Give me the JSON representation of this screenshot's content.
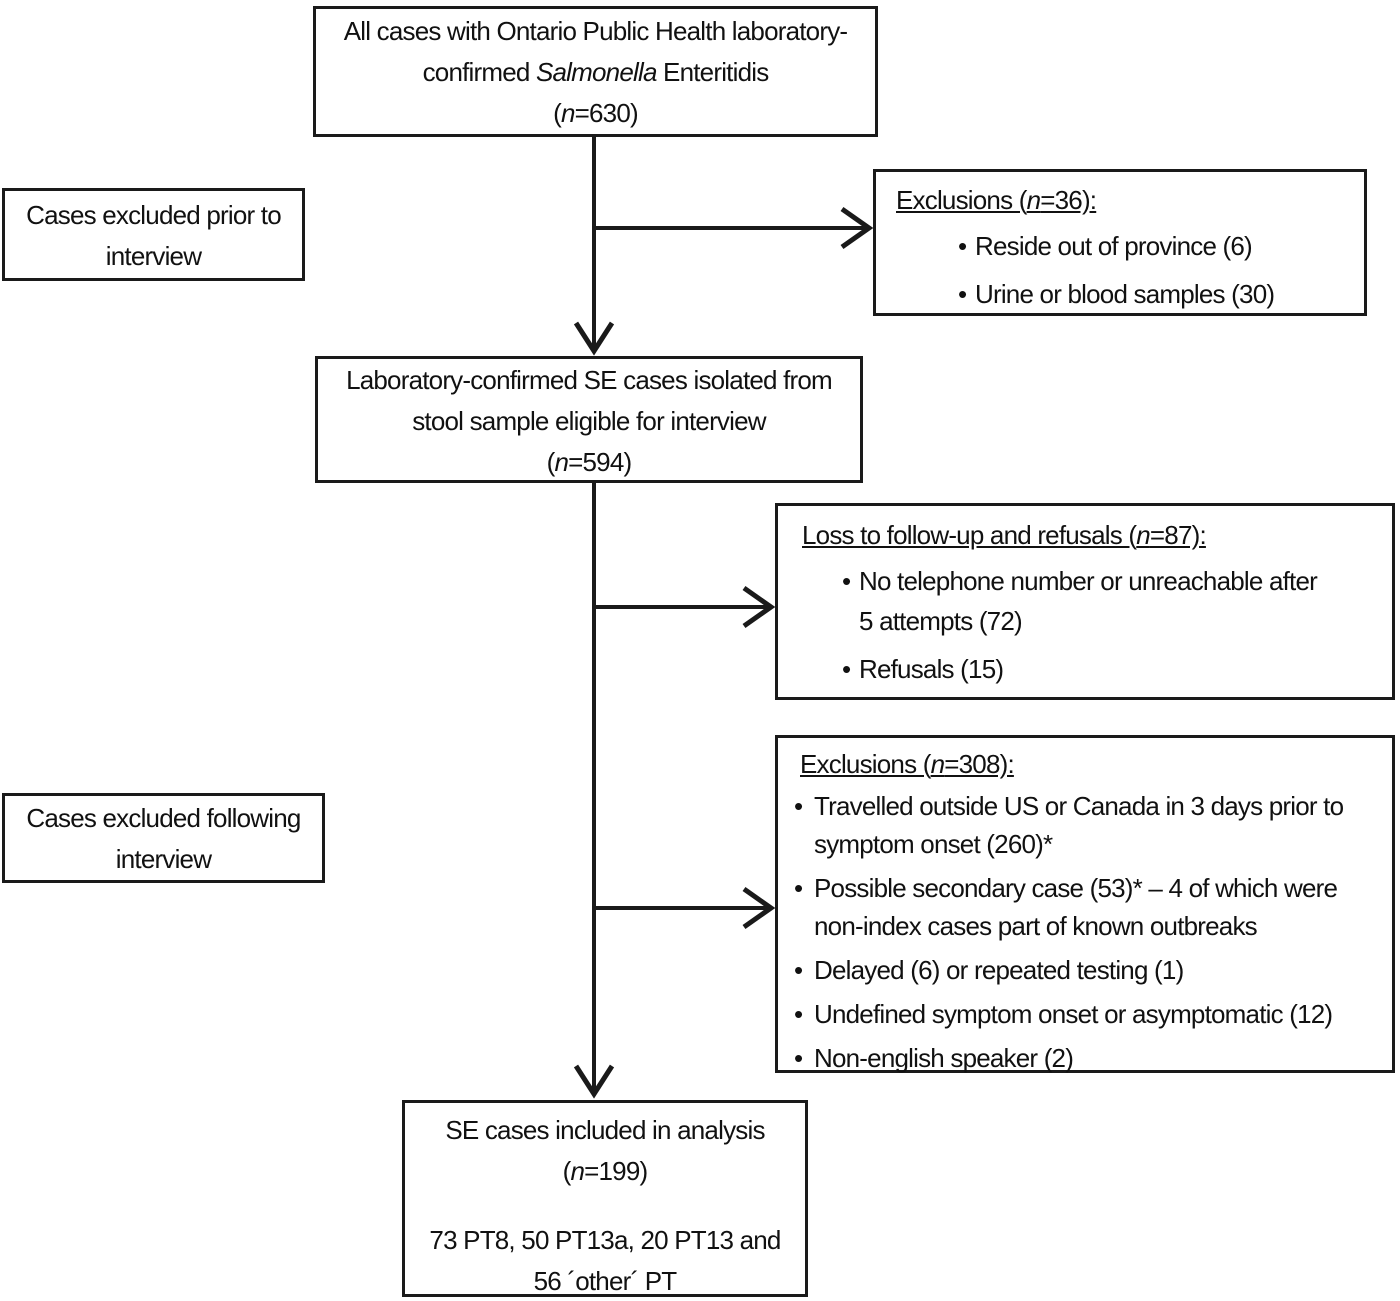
{
  "figure": {
    "type": "study-flow-diagram",
    "colors": {
      "ink": "#111111",
      "border": "#1a1a1a",
      "background": "#ffffff"
    }
  },
  "top_box": {
    "lines": [
      "All cases with Ontario Public Health laboratory-",
      "confirmed {{Salmonella}} Enteritidis",
      "({{n}}=630)"
    ]
  },
  "left_box_1": {
    "lines": [
      "Cases excluded prior to",
      "interview"
    ]
  },
  "exclusions_1_box": {
    "heading": "Exclusions ({{n}}=36):",
    "bullets": [
      [
        "Reside out of province (6)"
      ],
      [
        "Urine or blood samples (30)"
      ]
    ]
  },
  "mid_box": {
    "lines": [
      "Laboratory-confirmed SE cases isolated from",
      "stool sample eligible for interview",
      "({{n}}=594)"
    ]
  },
  "loss_box": {
    "heading": "Loss to follow-up and refusals ({{n}}=87):",
    "bullets": [
      [
        "No telephone number or unreachable after",
        "5 attempts (72)"
      ],
      [
        "Refusals (15)"
      ]
    ]
  },
  "left_box_2": {
    "lines": [
      "Cases excluded following",
      "interview"
    ]
  },
  "exclusions_2_box": {
    "heading": "Exclusions ({{n}}=308):",
    "bullets": [
      [
        "Travelled outside US or Canada in 3 days prior to",
        "symptom onset (260)*"
      ],
      [
        "Possible secondary case (53)* – 4 of which were",
        "non-index cases part of known outbreaks"
      ],
      [
        "Delayed (6) or repeated testing (1)"
      ],
      [
        "Undefined symptom onset or asymptomatic (12)"
      ],
      [
        "Non-english speaker (2)"
      ]
    ]
  },
  "bottom_box": {
    "lines": [
      "SE cases included in analysis",
      "({{n}}=199)"
    ],
    "pt_lines": [
      "73 PT8, 50 PT13a, 20 PT13 and",
      "56 ´other´ PT"
    ]
  }
}
